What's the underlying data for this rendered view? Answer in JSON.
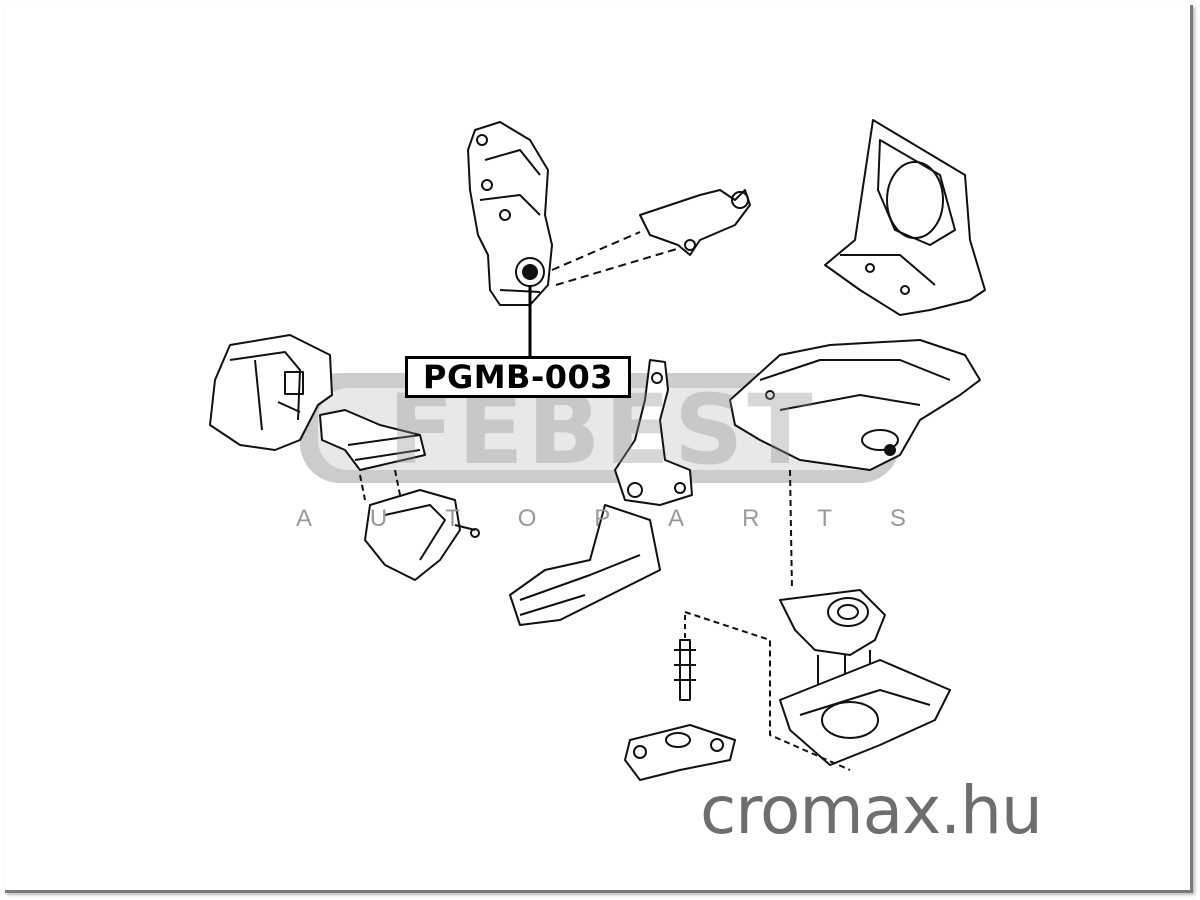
{
  "part_number": "PGMB-003",
  "watermark": {
    "brand": "FEBEST",
    "tagline_letters": [
      "A",
      "U",
      "T",
      "O",
      "P",
      "A",
      "R",
      "T",
      "S"
    ]
  },
  "site_url": "cromax.hu",
  "colors": {
    "line": "#111111",
    "watermark_band": "#9a9a9a",
    "site_text": "#6e6e6e"
  }
}
